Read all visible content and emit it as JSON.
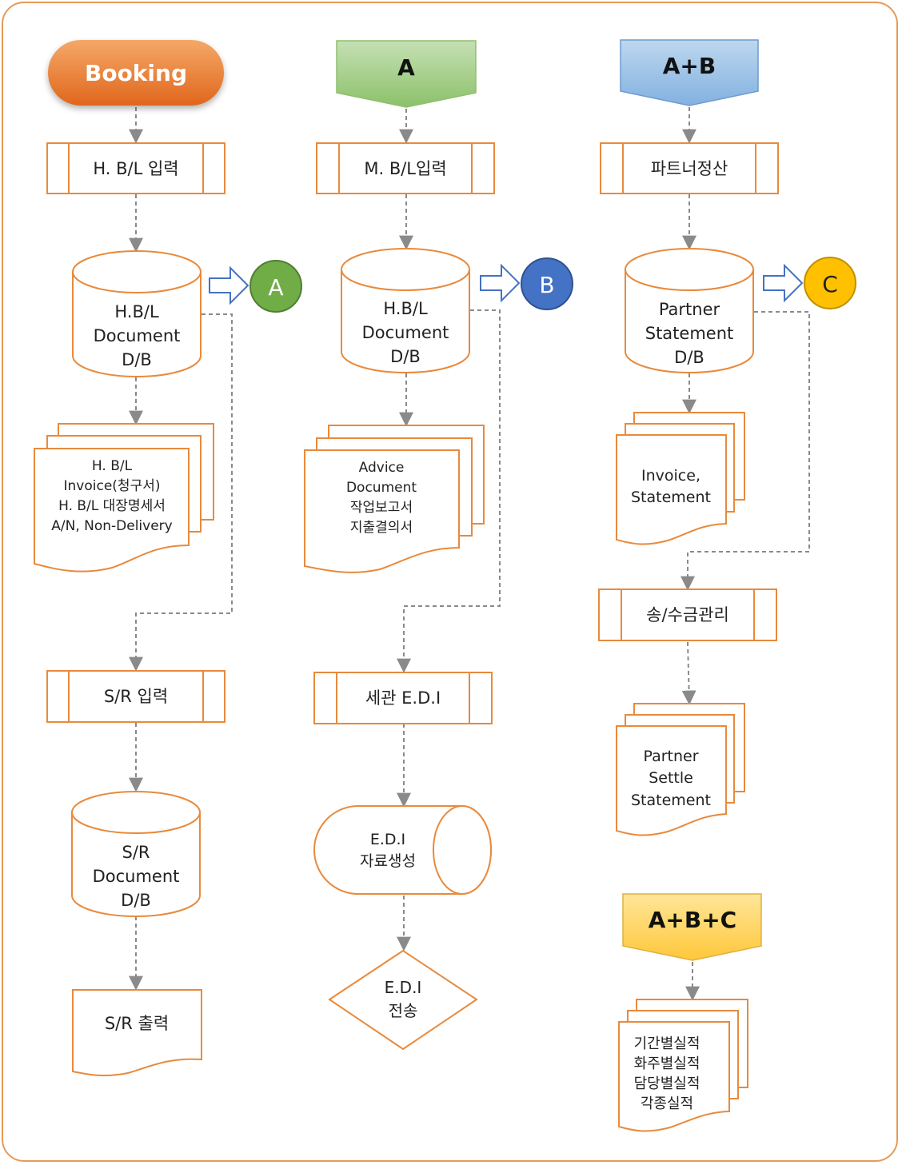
{
  "colors": {
    "outline": "#E88A3C",
    "connector": "#8A8A8A",
    "booking_fill": "#EC7A2C",
    "a_fill": "#A9D18E",
    "ab_fill": "#9DC3E6",
    "abc_fill": "#FFD966",
    "circle_a": "#70AD47",
    "circle_b": "#4472C4",
    "circle_c": "#FFC000"
  },
  "column_1": {
    "start": "Booking",
    "hbl_input": "H. B/L 입력",
    "hbl_db": [
      "H.B/L",
      "Document",
      "D/B"
    ],
    "hbl_docs": [
      "H. B/L",
      "Invoice(청구서)",
      "H. B/L 대장명세서",
      "A/N, Non-Delivery"
    ],
    "connector_a": "A",
    "sr_input": "S/R 입력",
    "sr_db": [
      "S/R",
      "Document",
      "D/B"
    ],
    "sr_output": "S/R 출력"
  },
  "column_2": {
    "start": "A",
    "mbl_input": "M. B/L입력",
    "hbl_db": [
      "H.B/L",
      "Document",
      "D/B"
    ],
    "docs": [
      "Advice",
      "Document",
      "작업보고서",
      "지출결의서"
    ],
    "connector_b": "B",
    "customs_edi": "세관 E.D.I",
    "edi_data": [
      "E.D.I",
      "자료생성"
    ],
    "edi_send": [
      "E.D.I",
      "전송"
    ]
  },
  "column_3": {
    "start": "A+B",
    "partner_settle": "파트너정산",
    "partner_db": [
      "Partner",
      "Statement",
      "D/B"
    ],
    "docs": [
      "Invoice,",
      "Statement"
    ],
    "connector_c": "C",
    "remit_manage": "송/수금관리",
    "settle_docs": [
      "Partner",
      "Settle",
      "Statement"
    ],
    "final_start": "A+B+C",
    "performance_docs": [
      "기간별실적",
      "화주별실적",
      "담당별실적",
      "각종실적"
    ]
  }
}
